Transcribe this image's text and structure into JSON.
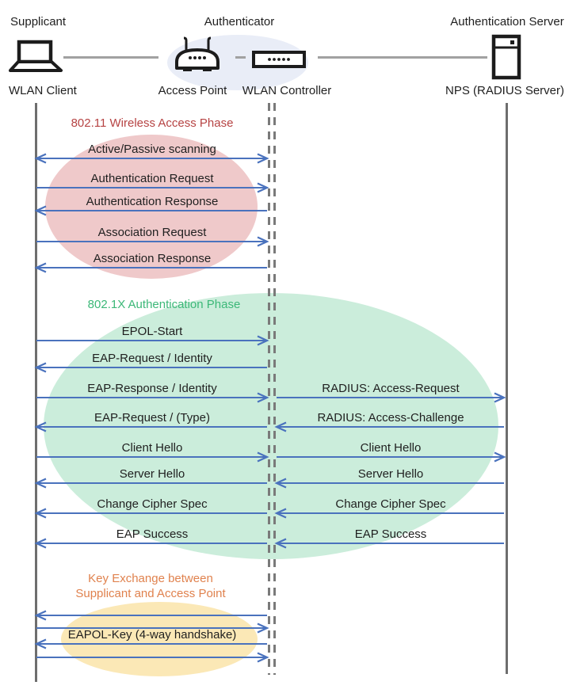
{
  "diagram": {
    "header": {
      "roles": [
        {
          "label": "Supplicant"
        },
        {
          "label": "Authenticator"
        },
        {
          "label": "Authentication Server"
        }
      ],
      "devices": [
        {
          "label": "WLAN Client",
          "icon": "laptop-icon"
        },
        {
          "label": "Access Point",
          "icon": "access-point-icon"
        },
        {
          "label": "WLAN Controller",
          "icon": "controller-icon"
        },
        {
          "label": "NPS (RADIUS Server)",
          "icon": "server-icon"
        }
      ]
    },
    "phases": [
      {
        "title": "802.11 Wireless Access Phase",
        "color": "#b64343",
        "ellipse_color": "#efc9ca"
      },
      {
        "title": "802.1X Authentication Phase",
        "color": "#3cb878",
        "ellipse_color": "#cbeddb"
      },
      {
        "title_lines": [
          "Key Exchange between",
          "Supplicant and Access Point"
        ],
        "color": "#e0824e",
        "ellipse_color": "#fbe8b6"
      }
    ],
    "authenticator_highlight_color": "#e9edf7",
    "messages": [
      {
        "label": "Active/Passive scanning",
        "from": "wlan-client",
        "to": "wlan-controller",
        "direction": "both"
      },
      {
        "label": "Authentication Request",
        "from": "wlan-client",
        "to": "wlan-controller"
      },
      {
        "label": "Authentication Response",
        "from": "wlan-controller",
        "to": "wlan-client"
      },
      {
        "label": "Association Request",
        "from": "wlan-client",
        "to": "wlan-controller"
      },
      {
        "label": "Association Response",
        "from": "wlan-controller",
        "to": "wlan-client"
      },
      {
        "label": "EPOL-Start",
        "from": "wlan-client",
        "to": "wlan-controller"
      },
      {
        "label": "EAP-Request / Identity",
        "from": "wlan-controller",
        "to": "wlan-client"
      },
      {
        "label": "EAP-Response / Identity",
        "from": "wlan-client",
        "to": "wlan-controller"
      },
      {
        "label": "RADIUS: Access-Request",
        "from": "wlan-controller",
        "to": "nps"
      },
      {
        "label": "EAP-Request / (Type)",
        "from": "wlan-controller",
        "to": "wlan-client"
      },
      {
        "label": "RADIUS: Access-Challenge",
        "from": "nps",
        "to": "wlan-controller"
      },
      {
        "label": "Client Hello",
        "from": "wlan-client",
        "to": "wlan-controller"
      },
      {
        "label": "Client Hello",
        "from": "wlan-controller",
        "to": "nps"
      },
      {
        "label": "Server Hello",
        "from": "wlan-controller",
        "to": "wlan-client"
      },
      {
        "label": "Server Hello",
        "from": "nps",
        "to": "wlan-controller"
      },
      {
        "label": "Change Cipher Spec",
        "from": "wlan-controller",
        "to": "wlan-client"
      },
      {
        "label": "Change Cipher Spec",
        "from": "nps",
        "to": "wlan-controller"
      },
      {
        "label": "EAP Success",
        "from": "wlan-controller",
        "to": "wlan-client"
      },
      {
        "label": "EAP Success",
        "from": "nps",
        "to": "wlan-controller"
      },
      {
        "label": "",
        "from": "wlan-controller",
        "to": "wlan-client"
      },
      {
        "label": "",
        "from": "wlan-client",
        "to": "wlan-controller"
      },
      {
        "label": "EAPOL-Key (4-way handshake)",
        "from": "wlan-controller",
        "to": "wlan-client"
      },
      {
        "label": "",
        "from": "wlan-client",
        "to": "wlan-controller"
      }
    ],
    "colors": {
      "arrow": "#4a72bd",
      "lifeline": "#6e6e6e",
      "connector": "#a1a1a1",
      "icon": "#1c1c1c",
      "text": "#1f1f1f"
    }
  }
}
